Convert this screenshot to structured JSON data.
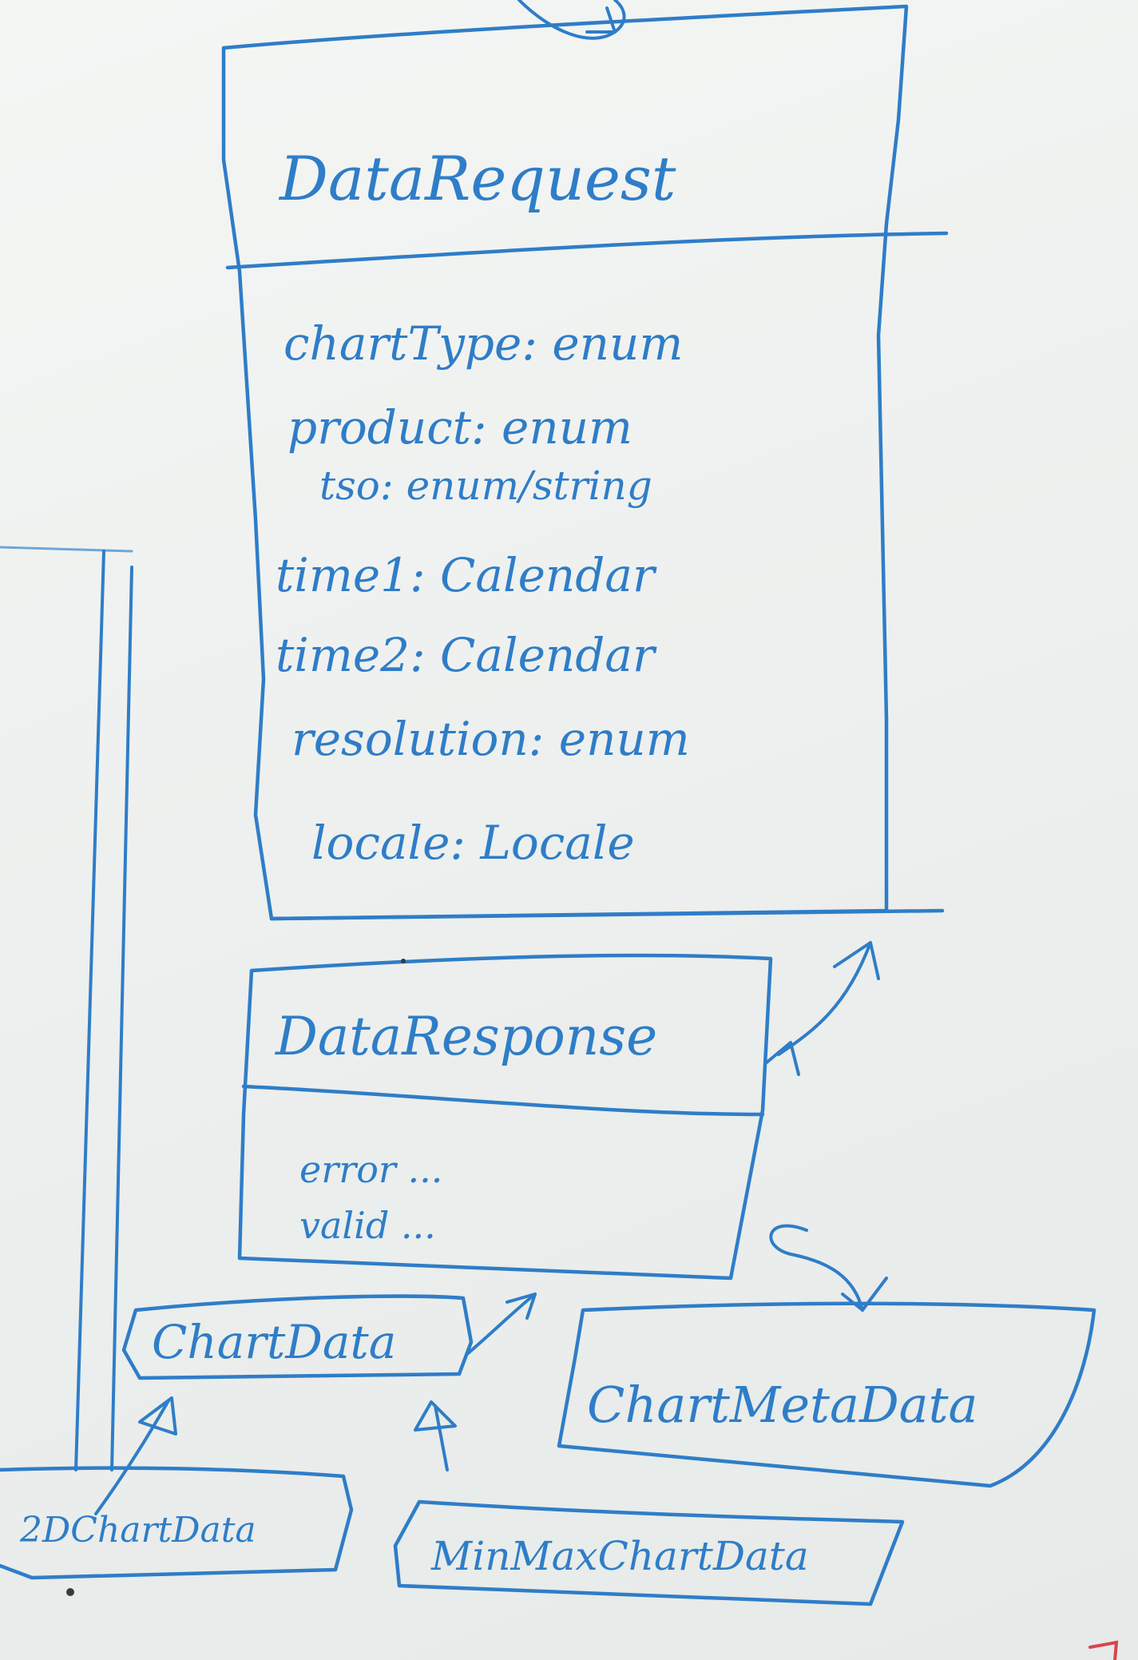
{
  "diagram": {
    "data_request": {
      "title": "DataRequest",
      "attributes": [
        "chartType: enum",
        "product: enum",
        "tso: enum/string",
        "time1: Calendar",
        "time2: Calendar",
        "resolution: enum",
        "locale: Locale"
      ]
    },
    "data_response": {
      "title": "DataResponse",
      "attributes": [
        "error ...",
        "valid ..."
      ]
    },
    "chart_data": {
      "title": "ChartData"
    },
    "chart_meta_data": {
      "title": "ChartMetaData"
    },
    "two_d_chart_data": {
      "title": "2DChartData"
    },
    "min_max_chart_data": {
      "title": "MinMaxChartData"
    }
  },
  "colors": {
    "marker": "#2f7dc8",
    "board": "#eef1ef",
    "red_mark": "#d8454a"
  }
}
